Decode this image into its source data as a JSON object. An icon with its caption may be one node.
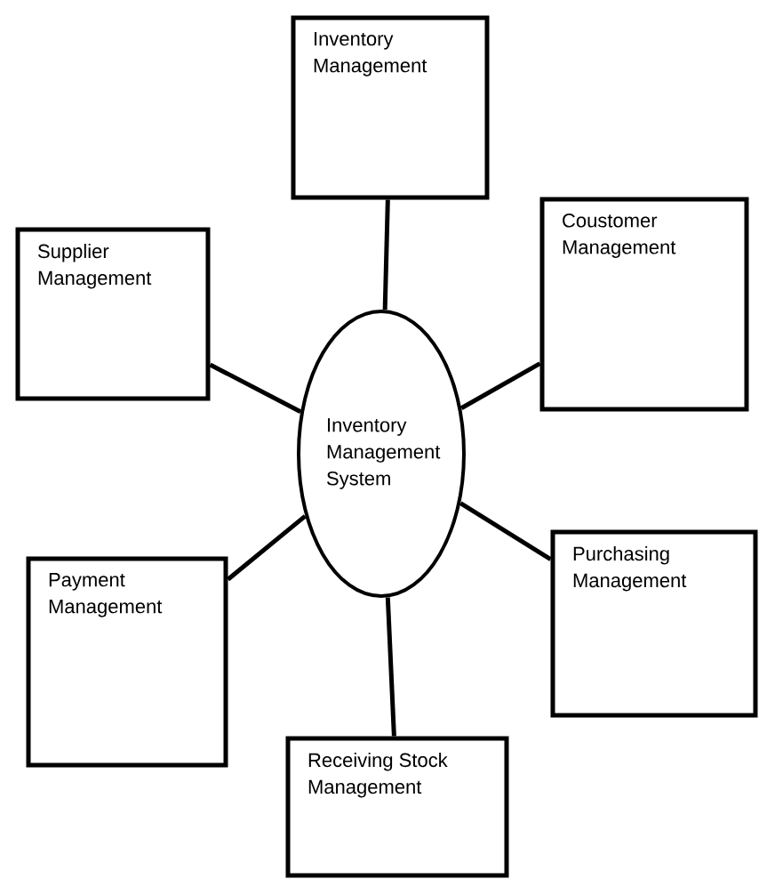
{
  "diagram": {
    "nodes": [
      {
        "text": [
          "Inventory Management"
        ]
      },
      {
        "text": [
          "Supplier Management"
        ]
      },
      {
        "text": [
          "Coustomer Management"
        ]
      },
      {
        "text": [
          "Inventory Management System"
        ]
      },
      {
        "text": [
          "Purchasing Management"
        ]
      },
      {
        "text": [
          "Payment Management"
        ]
      },
      {
        "text": [
          "Receiving Stock Management"
        ]
      }
    ],
    "edges": [
      {
        "from": 3,
        "to": 0,
        "arrow": "none"
      },
      {
        "from": 3,
        "to": 1,
        "arrow": "none"
      },
      {
        "from": 3,
        "to": 2,
        "arrow": "none"
      },
      {
        "from": 3,
        "to": 4,
        "arrow": "none"
      },
      {
        "from": 3,
        "to": 5,
        "arrow": "none"
      },
      {
        "from": 3,
        "to": 6,
        "arrow": "none"
      }
    ]
  }
}
